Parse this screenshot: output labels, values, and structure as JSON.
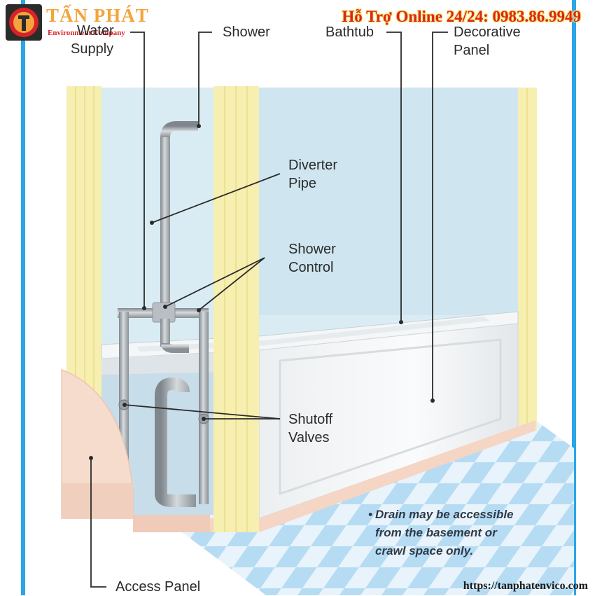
{
  "brand": {
    "name": "TẤN PHÁT",
    "tagline": "Environment Company",
    "hotline": "Hỗ Trợ Online 24/24: 0983.86.9949",
    "website": "https://tanphatenvico.com"
  },
  "labels": {
    "water_supply": [
      "Water",
      "Supply"
    ],
    "shower": "Shower",
    "bathtub": "Bathtub",
    "decorative_panel": [
      "Decorative",
      "Panel"
    ],
    "diverter_pipe": [
      "Diverter",
      "Pipe"
    ],
    "shower_control": [
      "Shower",
      "Control"
    ],
    "shutoff_valves": [
      "Shutoff",
      "Valves"
    ],
    "access_panel": "Access Panel"
  },
  "note": {
    "bullet": "•",
    "lines": [
      "Drain may be accessible",
      "from the basement or",
      "crawl space only."
    ]
  },
  "colors": {
    "frame_blue": "#2aa6e6",
    "wall_yellow": "#f7efb0",
    "wall_back": "#d9ecf4",
    "pipe": "#a7adb3",
    "tile_light": "#e6f2fb",
    "tile_dark": "#a9d6f3",
    "baseboard": "#f5d5c4",
    "brand_orange": "#f3a43a",
    "brand_red": "#d8222a"
  }
}
